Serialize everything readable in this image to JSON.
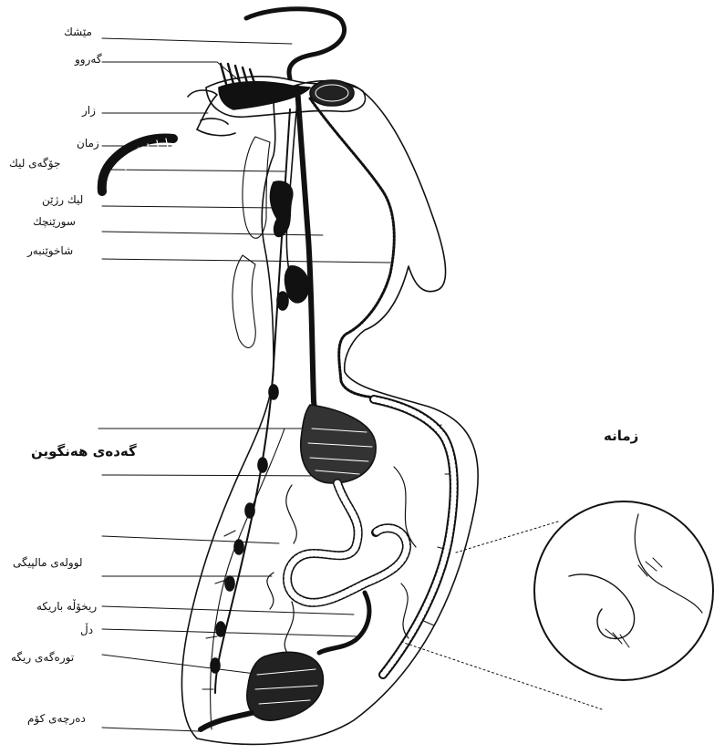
{
  "labels": [
    "مێشك",
    "گەروو",
    "زار",
    "زمان",
    "جۆگەی لیك",
    "لیك رژێن",
    "سورێنچك",
    "شاخوێنبەر",
    "گەدەی هەنگوین",
    "لوولەی مالپیگی",
    "ریخۆڵە باریکە",
    "دڵ",
    "تورەگەی ریگە",
    "دەرچەی کۆم",
    "زمانە"
  ]
}
